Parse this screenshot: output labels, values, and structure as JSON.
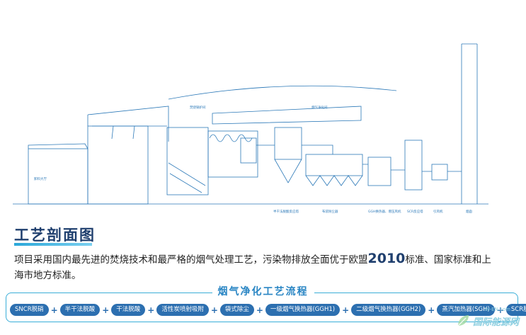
{
  "diagram": {
    "heading": "工艺剖面图",
    "intro_before": "项目采用国内最先进的焚烧技术和最严格的烟气处理工艺，污染物排放全面优于欧盟",
    "intro_highlight": "2010",
    "intro_after": "标准、国家标准和上海市地方标准。",
    "flow_title": "烟气净化工艺流程",
    "flow_steps": [
      "SNCR脱硝",
      "半干法脱酸",
      "干法脱酸",
      "活性炭喷射吸附",
      "袋式除尘",
      "一级烟气换热器(GGH1)",
      "二级烟气换热器(GGH2)",
      "蒸汽加热器(SGH)",
      "SCR脱硝"
    ],
    "plus_sign": "+",
    "drawing_labels": [
      "卸料大厅",
      "焚烧锅炉间",
      "烟气净化间",
      "半干法脱酸反应塔",
      "布袋除尘器",
      "GGH换热器、增压风机",
      "SCR反应塔",
      "引风机",
      "烟囱"
    ],
    "watermark": {
      "logo": "leaf-logo-icon",
      "name": "国际能源网",
      "site": "IN-EN.com"
    },
    "colors": {
      "line": "#2c79b8",
      "heading": "#1f3f6e",
      "step_bg": "#2c6fb0",
      "frame": "#3aaed8"
    }
  }
}
